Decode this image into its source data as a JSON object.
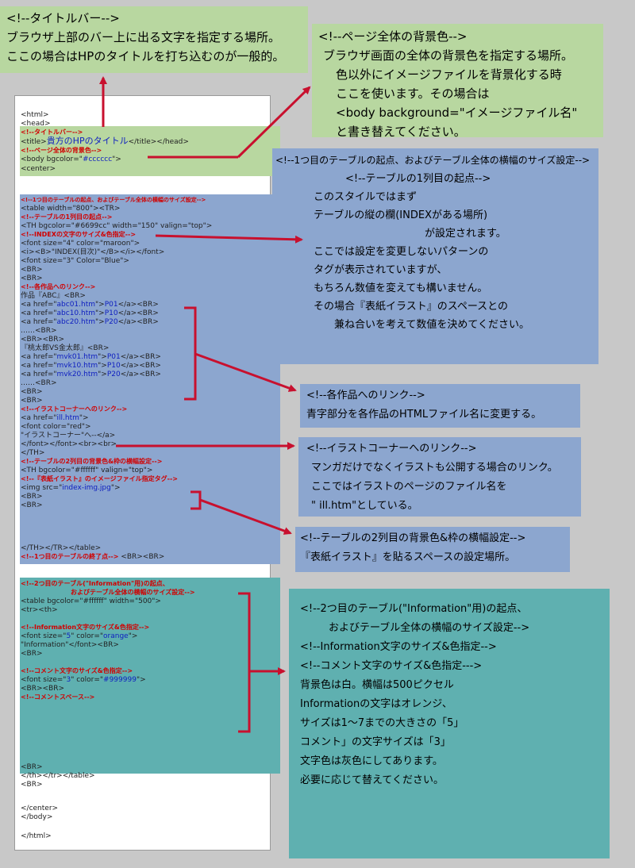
{
  "notes": {
    "title_bar": [
      "<!--タイトルバー-->",
      "ブラウザ上部のバー上に出る文字を指定する場所。",
      "ここの場合はHPのタイトルを打ち込むのが一般的。"
    ],
    "background": [
      "<!--ページ全体の背景色-->",
      "ブラウザ画面の全体の背景色を指定する場所。",
      "色以外にイメージファイルを背景化する時",
      "ここを使います。その場合は",
      "<body background=\"イメージファイル名\"",
      "と書き替えてください。"
    ],
    "table1": [
      "<!--1つ目のテーブルの起点、およびテーブル全体の横幅のサイズ設定-->",
      "<!--テーブルの1列目の起点-->",
      "このスタイルではまず",
      "テーブルの縦の欄(INDEXがある場所)",
      "が設定されます。",
      "",
      "ここでは設定を変更しないパターンの",
      "タグが表示されていますが、",
      "もちろん数値を変えても構いません。",
      "",
      "その場合『表紙イラスト』のスペースとの",
      "兼ね合いを考えて数値を決めてください。"
    ],
    "links": [
      "<!--各作品へのリンク-->",
      "青字部分を各作品のHTMLファイル名に変更する。"
    ],
    "illust": [
      "<!--イラストコーナーへのリンク-->",
      "マンガだけでなくイラストも公開する場合のリンク。",
      "ここではイラストのページのファイル名を",
      "\" ill.htm\"としている。"
    ],
    "column2": [
      "<!--テーブルの2列目の背景色&枠の横幅設定-->",
      "『表紙イラスト』を貼るスペースの設定場所。"
    ],
    "table2": [
      "<!--2つ目のテーブル(\"Information\"用)の起点、",
      "およびテーブル全体の横幅のサイズ設定-->",
      "<!--Information文字のサイズ&色指定-->",
      "<!--コメント文字のサイズ&色指定--->",
      "",
      "背景色は白。横幅は500ピクセル",
      "",
      "Informationの文字はオレンジ、",
      "サイズは1～7までの大きさの「5」",
      "",
      "コメント」の文字サイズは「3」",
      "文字色は灰色にしてあります。",
      "",
      "必要に応じて替えてください。"
    ]
  },
  "code": {
    "l01": "<html>",
    "l02": "<head>",
    "l03": "<!--タイトルバー-->",
    "l04a": "<title>",
    "l04b": "貴方のHPのタイトル",
    "l04c": "</title></head>",
    "l05": "<!--ページ全体の背景色-->",
    "l06a": "<body bgcolor=\"",
    "l06b": "#cccccc",
    "l06c": "\">",
    "l07": "<center>",
    "l08": "<!--1つ目のテーブルの起点、およびテーブル全体の横幅のサイズ設定-->",
    "l09": "<table width=\"800\"><TR>",
    "l10": "<!--テーブルの1列目の起点-->",
    "l11": "<TH bgcolor=\"#6699cc\" width=\"150\" valign=\"top\">",
    "l12": "<!--INDEXの文字のサイズ&色指定-->",
    "l13": "<font size=\"4\" color=\"maroon\">",
    "l14": "<i><B>\"INDEX(目次)\"</B></i></font>",
    "l15": "<font size=\"3\" Color=\"Blue\">",
    "l16": "<BR>",
    "l17": "<BR>",
    "l18": "<!--各作品へのリンク-->",
    "l19": "作品『ABC』<BR>",
    "l20a": "<a href=\"",
    "l20b": "abc01.htm",
    "l20c": "\">",
    "l20d": "P01",
    "l20e": "</a><BR>",
    "l21a": "<a href=\"",
    "l21b": "abc10.htm",
    "l21c": "\">",
    "l21d": "P10",
    "l21e": "</a><BR>",
    "l22a": "<a href=\"",
    "l22b": "abc20.htm",
    "l22c": "\">",
    "l22d": "P20",
    "l22e": "</a><BR>",
    "l23": "……<BR>",
    "l24": "<BR><BR>",
    "l25": "『桃太郎VS金太郎』<BR>",
    "l26a": "<a href=\"",
    "l26b": "mvk01.htm",
    "l26c": "\">",
    "l26d": "P01",
    "l26e": "</a><BR>",
    "l27a": "<a href=\"",
    "l27b": "mvk10.htm",
    "l27c": "\">",
    "l27d": "P10",
    "l27e": "</a><BR>",
    "l28a": "<a href=\"",
    "l28b": "mvk20.htm",
    "l28c": "\">",
    "l28d": "P20",
    "l28e": "</a><BR>",
    "l29": "……<BR>",
    "l30": "<BR>",
    "l31": "<BR>",
    "l32": "<!--イラストコーナーへのリンク-->",
    "l33a": "<a href=\"",
    "l33b": "ill.htm",
    "l33c": "\">",
    "l34": "<font color=\"red\">",
    "l35": "\"イラストコーナー\"へ--</a>",
    "l36": "</font></font><br><br>",
    "l37": "</TH>",
    "l38": "<!--テーブルの2列目の背景色&枠の横幅設定-->",
    "l39": "<TH bgcolor=\"#ffffff\" valign=\"top\">",
    "l40": "<!--『表紙イラスト』のイメージファイル指定タグ-->",
    "l41a": "<img src=\"",
    "l41b": "index-img.jpg",
    "l41c": "\">",
    "l42": "<BR>",
    "l43": "<BR>",
    "l44": "</TH></TR></table>",
    "l45": "<!--1つ目のテーブルの終了点-->",
    "l45b": "<BR><BR>",
    "l46": "<!--2つ目のテーブル(\"Information\"用)の起点、",
    "l47": "およびテーブル全体の横幅のサイズ設定-->",
    "l48": "<table bgcolor=\"#ffffff\" width=\"500\">",
    "l49": "<tr><th>",
    "l50": "<!--Information文字のサイズ&色指定-->",
    "l51a": "<font size=\"",
    "l51b": "5",
    "l51c": "\" color=\"",
    "l51d": "orange",
    "l51e": "\">",
    "l52": "\"Information\"</font><BR>",
    "l53": "<BR>",
    "l54": "<!--コメント文字のサイズ&色指定-->",
    "l55a": "<font size=\"",
    "l55b": "3",
    "l55c": "\" color=\"",
    "l55d": "#999999",
    "l55e": "\">",
    "l56": "<BR><BR>",
    "l57": "<!--コメントスペース-->",
    "l58": "<BR>",
    "l59": "</th></tr></table>",
    "l60": "<BR>",
    "l61": "</center>",
    "l62": "</body>",
    "l63": "</html>"
  },
  "colors": {
    "arrow": "#c8102e",
    "code_blue": "#1020c0",
    "code_comment": "#d10000"
  }
}
